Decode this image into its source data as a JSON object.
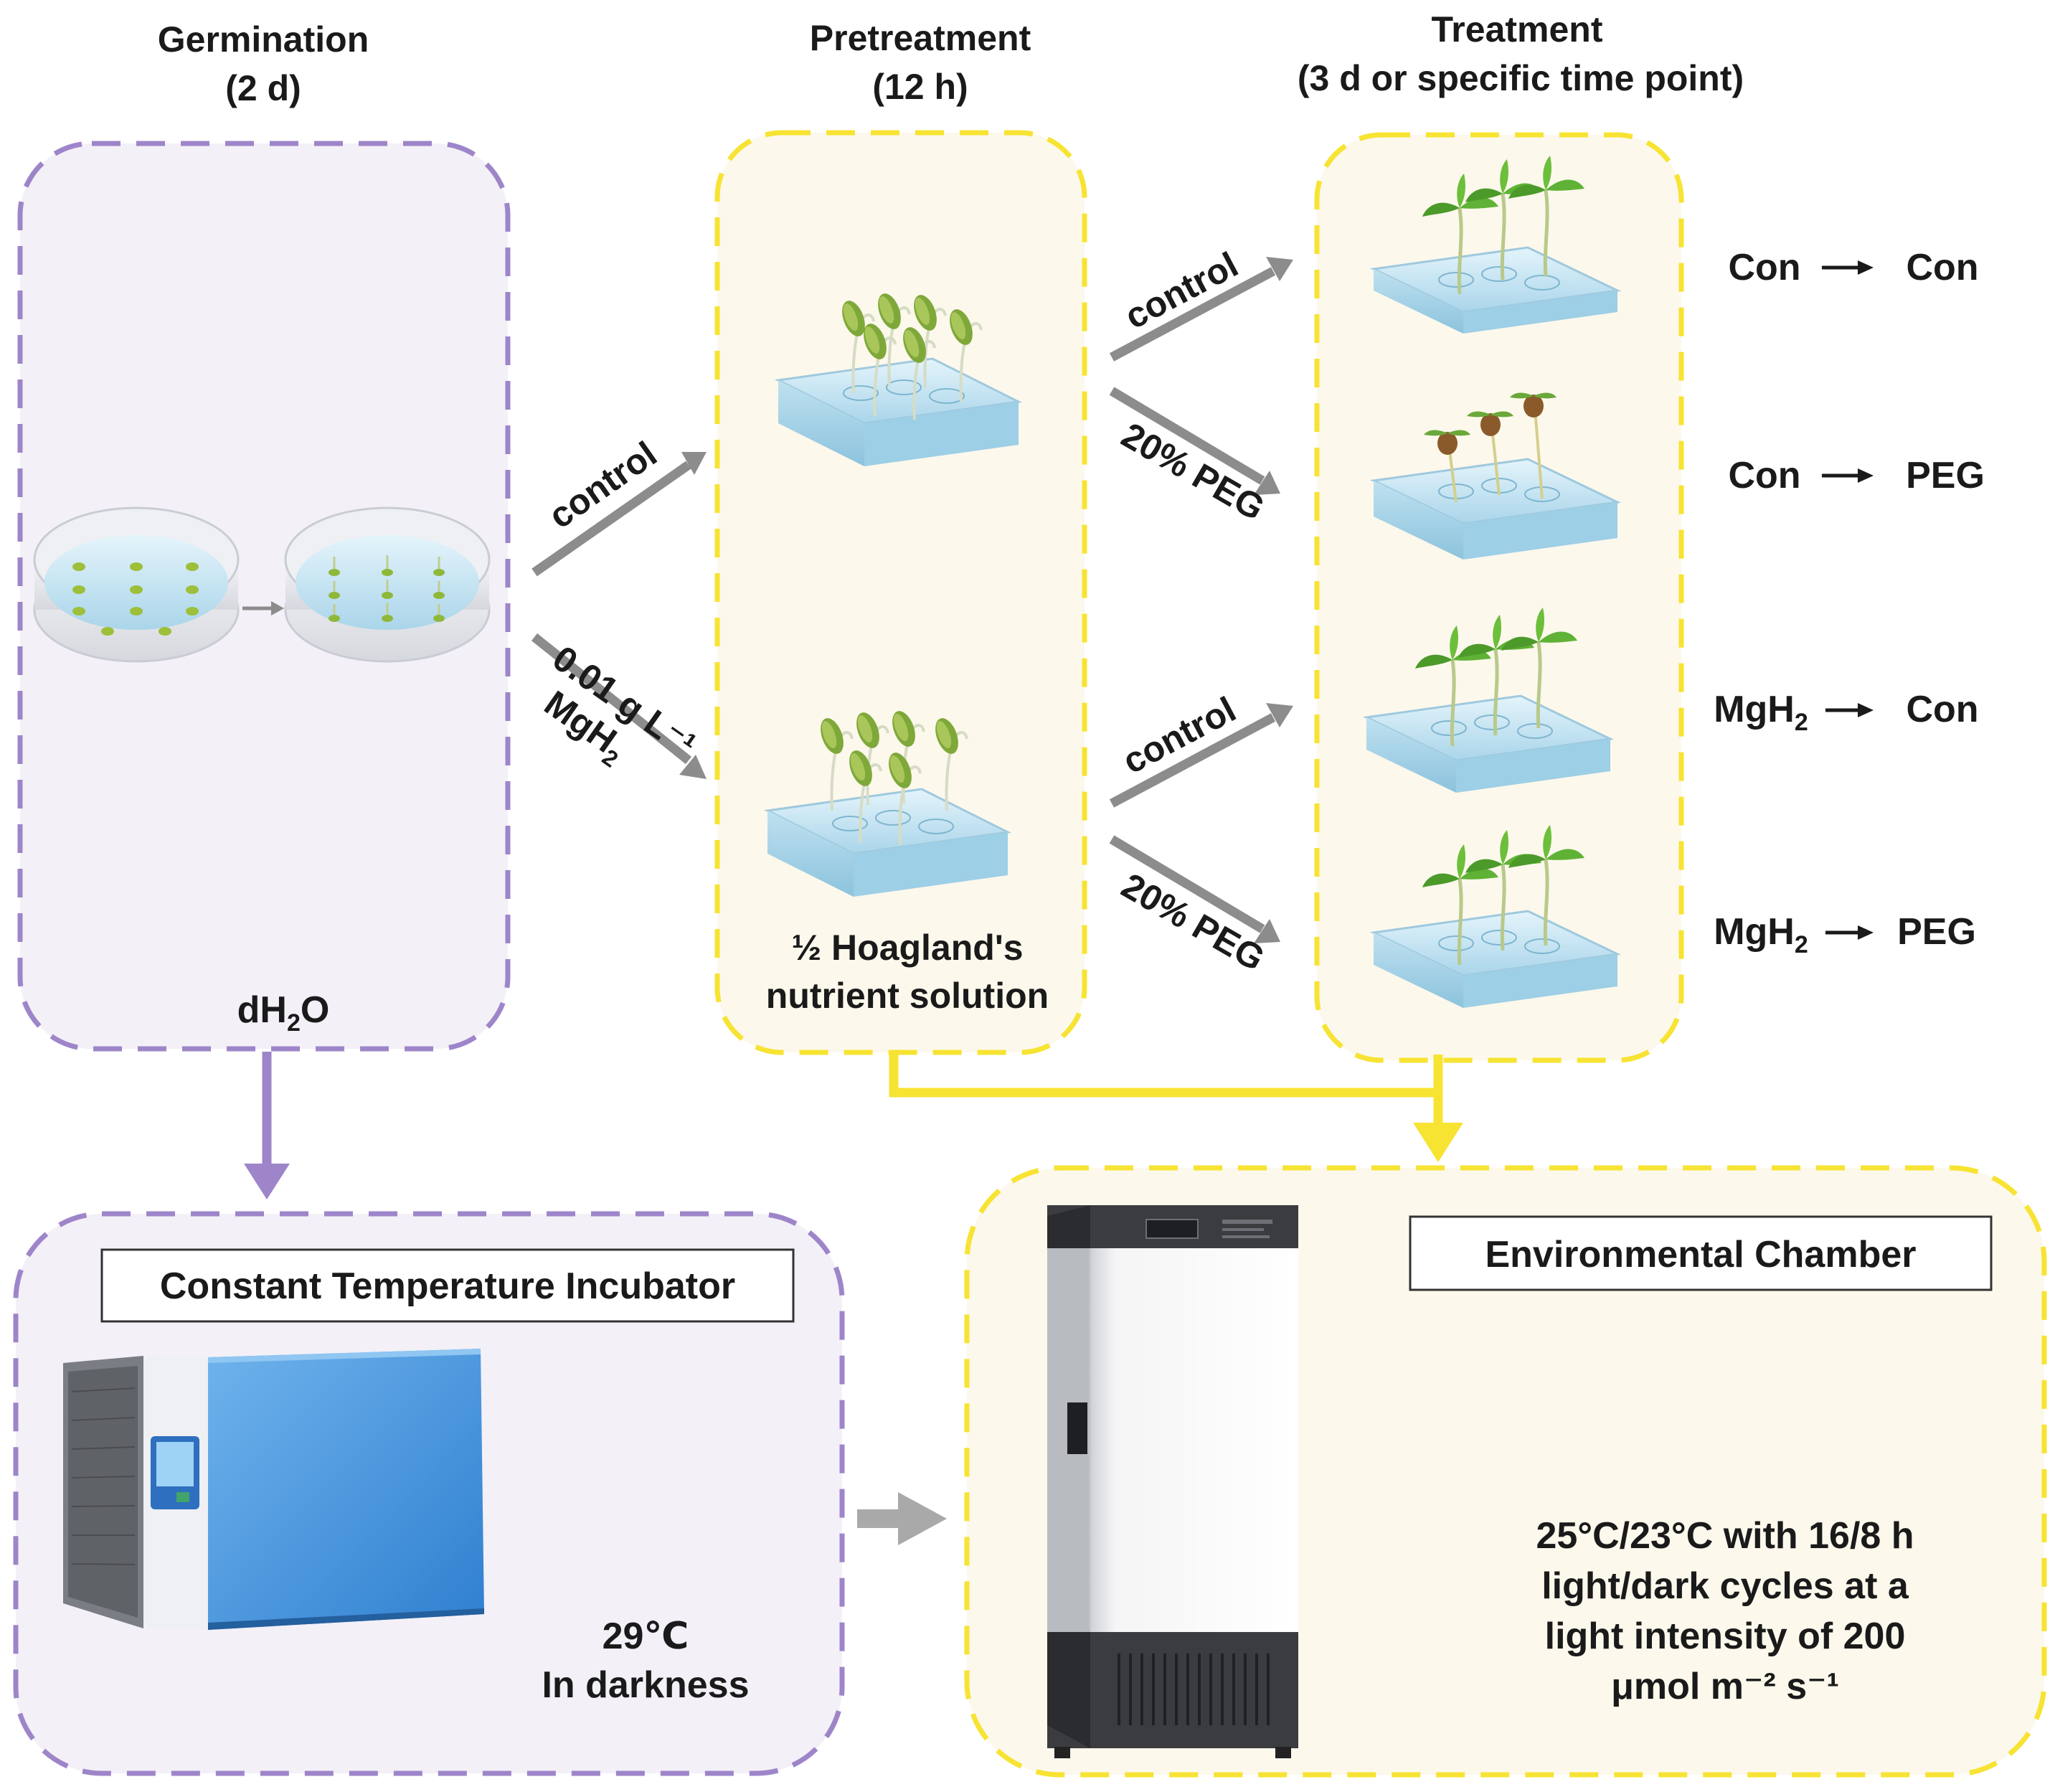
{
  "stages": {
    "germination": {
      "title": "Germination",
      "duration": "(2 d)",
      "medium_prefix": "dH",
      "medium_sub": "2",
      "medium_suffix": "O"
    },
    "pretreatment": {
      "title": "Pretreatment",
      "duration": "(12 h)",
      "medium_line1": "½ Hoagland's",
      "medium_line2": "nutrient solution"
    },
    "treatment": {
      "title": "Treatment",
      "duration": "(3 d or specific time point)"
    }
  },
  "arrows": {
    "control": "control",
    "mgh2_line1": "0.01 g L⁻¹",
    "mgh2_line2_prefix": "MgH",
    "mgh2_line2_sub": "2",
    "peg": "20% PEG"
  },
  "groups": [
    {
      "from": "Con",
      "from_sub": "",
      "to": "Con"
    },
    {
      "from": "Con",
      "from_sub": "",
      "to": "PEG"
    },
    {
      "from": "MgH",
      "from_sub": "2",
      "to": "Con"
    },
    {
      "from": "MgH",
      "from_sub": "2",
      "to": "PEG"
    }
  ],
  "incubator": {
    "label": "Constant Temperature Incubator",
    "temp": "29℃",
    "condition": "In darkness"
  },
  "chamber": {
    "label": "Environmental Chamber",
    "line1": "25°C/23°C with 16/8 h",
    "line2": "light/dark cycles at a",
    "line3": "light intensity of 200",
    "line4": "μmol m⁻² s⁻¹"
  },
  "colors": {
    "purple": "#9e85c9",
    "yellow": "#f7e332",
    "purple_fill": "#f3f0f7",
    "yellow_fill": "#fcf8ec",
    "arrow_gray": "#8c8c8c"
  }
}
